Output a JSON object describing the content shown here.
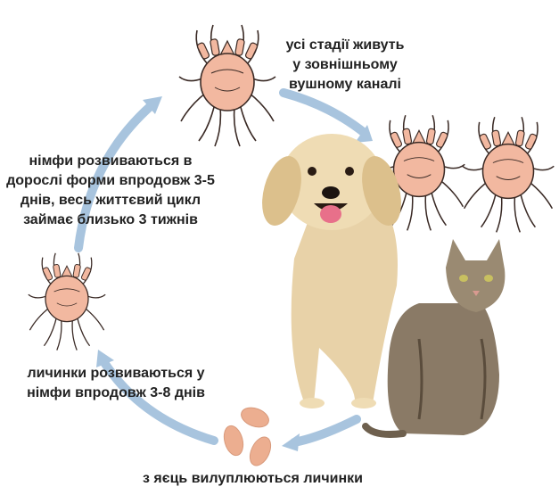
{
  "captions": {
    "top_right": [
      "усі стадії живуть",
      "у зовнішньому",
      "вушному каналі"
    ],
    "left": [
      "німфи розвиваються в",
      "дорослі форми впродовж 3-5",
      "днів, весь життєвий цикл",
      "займає близько 3 тижнів"
    ],
    "lower_left": [
      "личинки розвиваються у",
      "німфи впродовж 3-8 днів"
    ],
    "bottom": [
      "з яєць вилуплюються личинки"
    ]
  },
  "colors": {
    "arrow": "#a8c4de",
    "mite_body": "#f2b8a0",
    "mite_outline": "#3a2a25",
    "egg": "#ecae90",
    "dog": "#e8d2a8",
    "cat": "#8a7a66"
  },
  "icons": [
    "mite-icon",
    "egg-icon",
    "dog-illustration",
    "cat-illustration",
    "cycle-arrow-icon"
  ]
}
